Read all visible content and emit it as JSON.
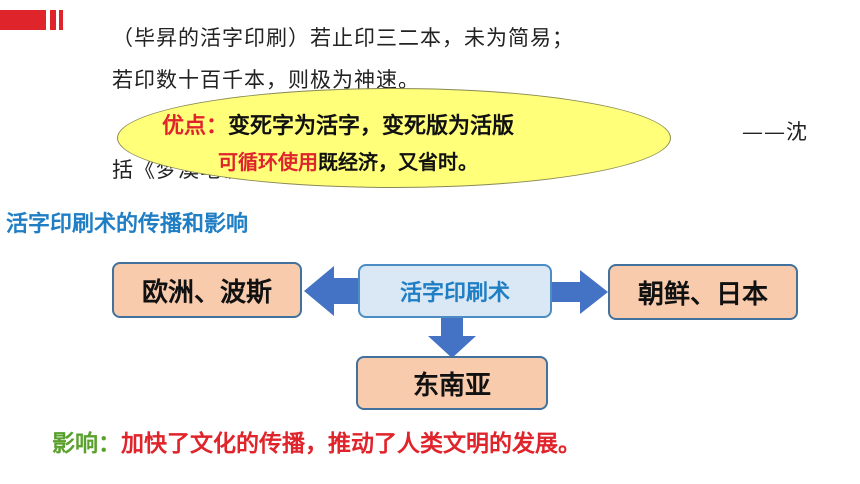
{
  "quote": {
    "line1": "（毕昇的活字印刷）若止印三二本，未为简易；",
    "line2": "若印数十百千本，则极为神速。",
    "line3": "括《梦溪笔谈》",
    "attribution": "——沈"
  },
  "advantages": {
    "label": "优点：",
    "line1": "变死字为活字，变死版为活版",
    "line2_red": "可循环使用",
    "line2_black": "既经济，又省时。"
  },
  "section_heading": "活字印刷术的传播和影响",
  "diagram": {
    "center": "活字印刷术",
    "left": "欧洲、波斯",
    "right": "朝鲜、日本",
    "bottom": "东南亚"
  },
  "influence": {
    "label": "影响：",
    "text": "加快了文化的传播，推动了人类文明的发展。"
  },
  "colors": {
    "accent_red": "#e0242b",
    "heading_blue": "#1f7ec4",
    "callout_yellow": "#ffff7a",
    "box_orange": "#f8cbad",
    "arrow_blue": "#4472c4",
    "label_green": "#5aa02c"
  }
}
